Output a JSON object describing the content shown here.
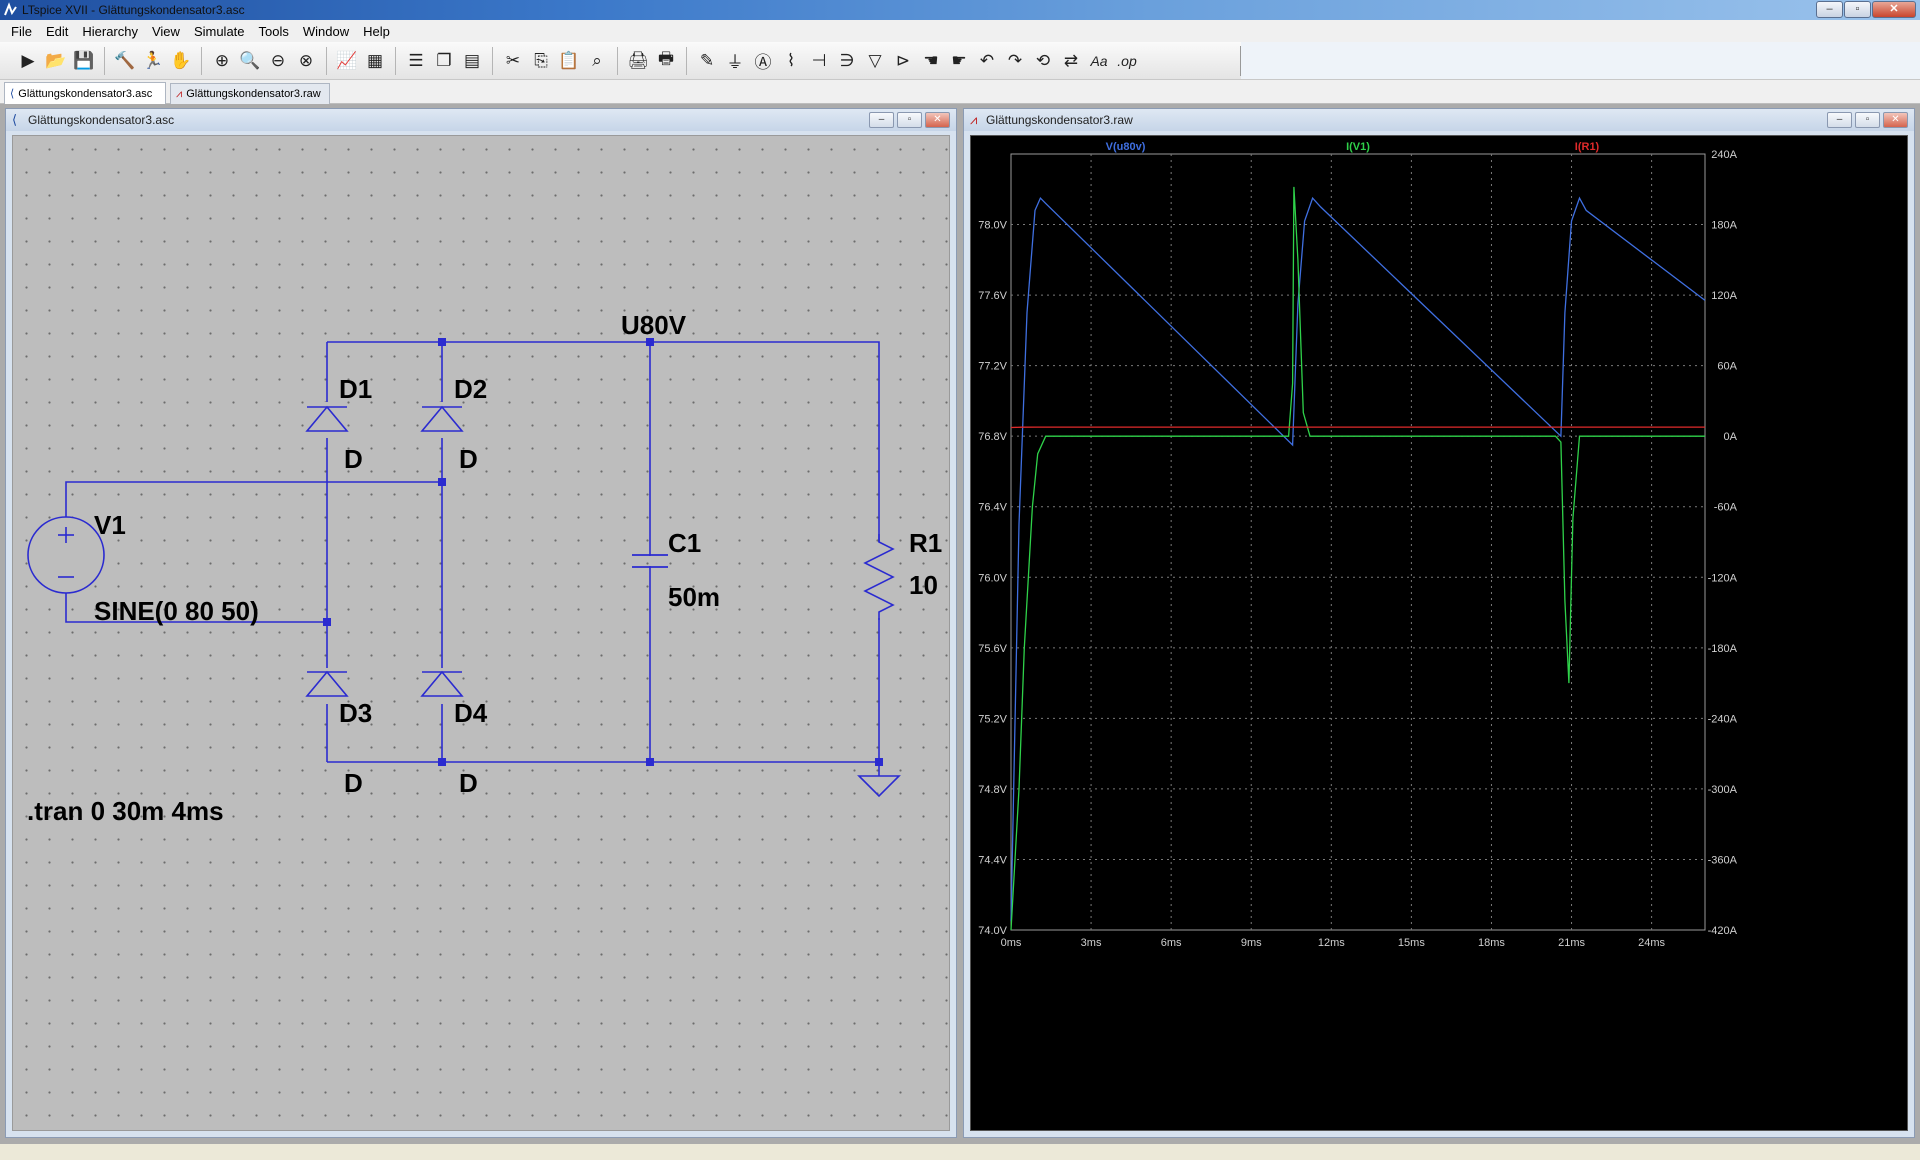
{
  "app": {
    "title": "LTspice XVII - Glättungskondensator3.asc",
    "window_buttons": {
      "minimize": "–",
      "maximize": "▫",
      "close": "✕"
    }
  },
  "menu": [
    "File",
    "Edit",
    "Hierarchy",
    "View",
    "Simulate",
    "Tools",
    "Window",
    "Help"
  ],
  "toolbar": {
    "groups": [
      [
        {
          "name": "run-icon",
          "glyph": "▶",
          "label": ""
        },
        {
          "name": "open-icon",
          "glyph": "📂",
          "label": ""
        },
        {
          "name": "save-icon",
          "glyph": "💾",
          "label": ""
        }
      ],
      [
        {
          "name": "control-panel-icon",
          "glyph": "🔨",
          "label": ""
        },
        {
          "name": "run-sim-icon",
          "glyph": "🏃",
          "label": ""
        },
        {
          "name": "pan-icon",
          "glyph": "✋",
          "label": ""
        }
      ],
      [
        {
          "name": "zoom-in-icon",
          "glyph": "⊕",
          "label": ""
        },
        {
          "name": "zoom-icon",
          "glyph": "🔍",
          "label": ""
        },
        {
          "name": "zoom-out-icon",
          "glyph": "⊖",
          "label": ""
        },
        {
          "name": "zoom-fit-icon",
          "glyph": "⊗",
          "label": ""
        }
      ],
      [
        {
          "name": "autorange-icon",
          "glyph": "📈",
          "label": ""
        },
        {
          "name": "zoom-cancel-icon",
          "glyph": "▦",
          "label": ""
        }
      ],
      [
        {
          "name": "tile-horizontal-icon",
          "glyph": "☰",
          "label": ""
        },
        {
          "name": "cascade-icon",
          "glyph": "❐",
          "label": ""
        },
        {
          "name": "tile-vertical-icon",
          "glyph": "▤",
          "label": ""
        }
      ],
      [
        {
          "name": "cut-icon",
          "glyph": "✂",
          "label": ""
        },
        {
          "name": "copy-icon",
          "glyph": "⎘",
          "label": ""
        },
        {
          "name": "paste-icon",
          "glyph": "📋",
          "label": ""
        },
        {
          "name": "find-icon",
          "glyph": "⌕",
          "label": ""
        }
      ],
      [
        {
          "name": "print-setup-icon",
          "glyph": "🖨",
          "label": ""
        },
        {
          "name": "print-icon",
          "glyph": "🖶",
          "label": ""
        }
      ],
      [
        {
          "name": "draw-wire-icon",
          "glyph": "✎",
          "label": ""
        },
        {
          "name": "ground-icon",
          "glyph": "⏚",
          "label": ""
        },
        {
          "name": "label-net-icon",
          "glyph": "Ⓐ",
          "label": ""
        },
        {
          "name": "resistor-icon",
          "glyph": "⌇",
          "label": ""
        },
        {
          "name": "capacitor-icon",
          "glyph": "⊣",
          "label": ""
        },
        {
          "name": "inductor-icon",
          "glyph": "∋",
          "label": ""
        },
        {
          "name": "diode-icon",
          "glyph": "▽",
          "label": ""
        },
        {
          "name": "component-icon",
          "glyph": "⊳",
          "label": ""
        },
        {
          "name": "move-icon",
          "glyph": "☚",
          "label": ""
        },
        {
          "name": "drag-icon",
          "glyph": "☛",
          "label": ""
        },
        {
          "name": "undo-icon",
          "glyph": "↶",
          "label": ""
        },
        {
          "name": "redo-icon",
          "glyph": "↷",
          "label": ""
        },
        {
          "name": "rotate-icon",
          "glyph": "⟲",
          "label": ""
        },
        {
          "name": "mirror-icon",
          "glyph": "⇄",
          "label": ""
        },
        {
          "name": "text-icon",
          "glyph": "",
          "label": "Aa"
        },
        {
          "name": "spice-directive-icon",
          "glyph": "",
          "label": ".op"
        }
      ]
    ]
  },
  "tabs": [
    {
      "label": "Glättungskondensator3.asc",
      "icon": "schematic-icon",
      "active": true
    },
    {
      "label": "Glättungskondensator3.raw",
      "icon": "waveform-icon",
      "active": false
    }
  ],
  "schematic_window": {
    "title": "Glättungskondensator3.asc",
    "net_label": "U80V",
    "components": [
      {
        "ref": "D1",
        "value": "D"
      },
      {
        "ref": "D2",
        "value": "D"
      },
      {
        "ref": "D3",
        "value": "D"
      },
      {
        "ref": "D4",
        "value": "D"
      },
      {
        "ref": "V1",
        "value": "SINE(0 80 50)"
      },
      {
        "ref": "C1",
        "value": "50m"
      },
      {
        "ref": "R1",
        "value": "10"
      }
    ],
    "directive": ".tran 0 30m 4ms"
  },
  "plot_window": {
    "title": "Glättungskondensator3.raw"
  },
  "chart_data": {
    "type": "line",
    "x_unit": "ms",
    "xlim": [
      0,
      26
    ],
    "x_ticks": [
      "0ms",
      "3ms",
      "6ms",
      "9ms",
      "12ms",
      "15ms",
      "18ms",
      "21ms",
      "24ms"
    ],
    "y_left_lim": [
      74.0,
      78.4
    ],
    "y_left_ticks": [
      "74.0V",
      "74.4V",
      "74.8V",
      "75.2V",
      "75.6V",
      "76.0V",
      "76.4V",
      "76.8V",
      "77.2V",
      "77.6V",
      "78.0V"
    ],
    "y_right_lim": [
      -420,
      240
    ],
    "y_right_ticks": [
      "-420A",
      "-360A",
      "-300A",
      "-240A",
      "-180A",
      "-120A",
      "-60A",
      "0A",
      "60A",
      "120A",
      "180A",
      "240A"
    ],
    "grid": true,
    "legend": "top",
    "series": [
      {
        "name": "V(u80v)",
        "color": "#3f6fe0",
        "axis": "left",
        "x": [
          0,
          0.3,
          0.6,
          0.9,
          1.1,
          1.3,
          10.55,
          10.75,
          11.0,
          11.3,
          11.6,
          20.6,
          20.75,
          21.0,
          21.3,
          21.55,
          26.0
        ],
        "y": [
          74.05,
          76.3,
          77.5,
          78.08,
          78.15,
          78.12,
          76.75,
          77.55,
          78.02,
          78.15,
          78.1,
          76.8,
          77.5,
          78.02,
          78.15,
          78.08,
          77.57
        ]
      },
      {
        "name": "I(V1)",
        "color": "#2fd24a",
        "axis": "right",
        "x": [
          0,
          0.3,
          0.5,
          0.8,
          1.0,
          1.3,
          10.4,
          10.55,
          10.6,
          10.75,
          10.95,
          11.2,
          20.4,
          20.6,
          20.75,
          20.9,
          21.05,
          21.3,
          26.0
        ],
        "y": [
          -420,
          -300,
          -180,
          -60,
          -15,
          0,
          0,
          45,
          212,
          150,
          20,
          0,
          0,
          -5,
          -140,
          -210,
          -70,
          0,
          0
        ]
      },
      {
        "name": "I(R1)",
        "color": "#e02a2a",
        "axis": "right",
        "x": [
          0,
          0.4,
          1.0,
          26.0
        ],
        "y": [
          7.4,
          7.6,
          7.7,
          7.7
        ]
      }
    ]
  }
}
